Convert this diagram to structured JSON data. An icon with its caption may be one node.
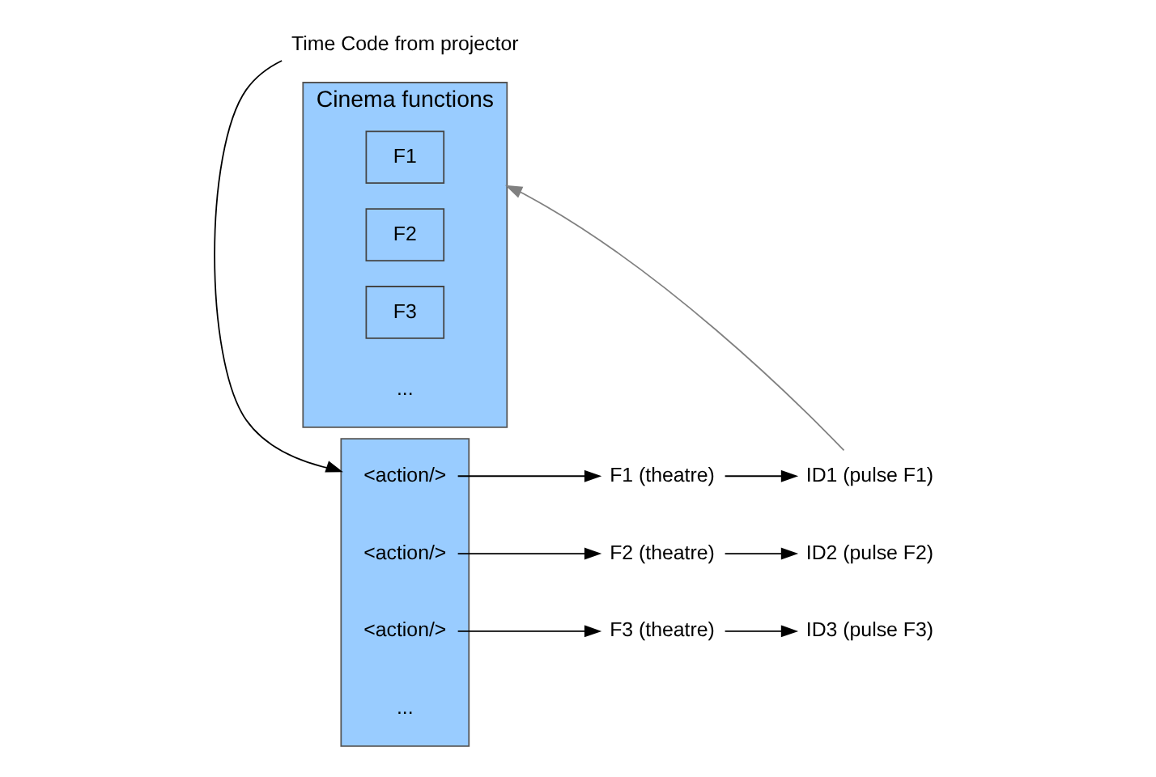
{
  "diagram": {
    "nodes": [
      {
        "text": [
          "Cinema functions"
        ]
      },
      {
        "text": [
          "F1"
        ],
        "in": 0
      },
      {
        "text": [
          "F2"
        ],
        "in": 0
      },
      {
        "text": [
          "F3"
        ],
        "in": 0
      },
      {
        "text": [
          "Time Code from projector"
        ]
      },
      {
        "text": [],
        "shape": "box"
      },
      {
        "text": [
          "<action/>"
        ],
        "in": 5
      },
      {
        "text": [
          "<action/>"
        ],
        "in": 5
      },
      {
        "text": [
          "<action/>"
        ],
        "in": 5
      },
      {
        "text": [
          "F1 (theatre)"
        ]
      },
      {
        "text": [
          "F2 (theatre)"
        ]
      },
      {
        "text": [
          "F3 (theatre)"
        ]
      },
      {
        "text": [
          "ID1 (pulse F1)"
        ]
      },
      {
        "text": [
          "ID2 (pulse F2)"
        ]
      },
      {
        "text": [
          "ID3 (pulse F3)"
        ]
      }
    ],
    "edges": [
      {
        "from": 4,
        "to": 5,
        "arrow": "to"
      },
      {
        "from": 6,
        "to": 9,
        "arrow": "to"
      },
      {
        "from": 7,
        "to": 10,
        "arrow": "to"
      },
      {
        "from": 8,
        "to": 11,
        "arrow": "to"
      },
      {
        "from": 9,
        "to": 12,
        "arrow": "to"
      },
      {
        "from": 10,
        "to": 13,
        "arrow": "to"
      },
      {
        "from": 11,
        "to": 14,
        "arrow": "to"
      },
      {
        "from": 12,
        "to": 0,
        "arrow": "to",
        "color": "#808080"
      }
    ],
    "labels": [
      "...",
      "..."
    ]
  }
}
